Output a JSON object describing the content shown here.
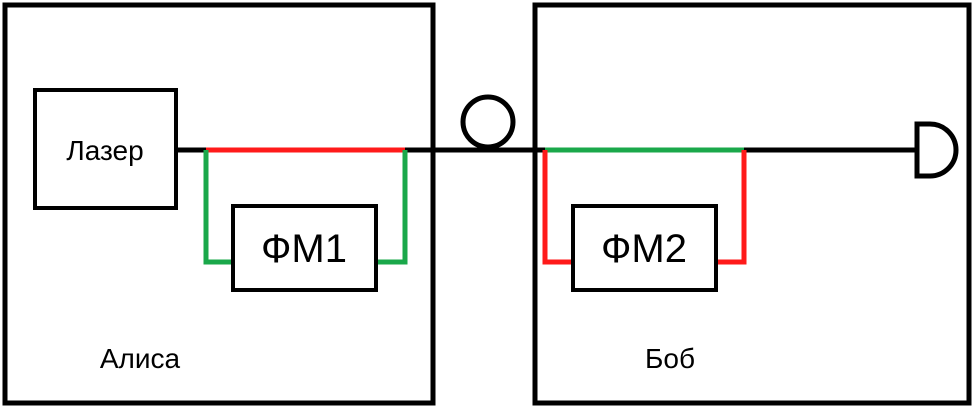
{
  "colors": {
    "line": "#000000",
    "red": "#ff1a1a",
    "green": "#1aa84a",
    "background": "#ffffff"
  },
  "alice": {
    "label": "Алиса",
    "laser_label": "Лазер",
    "modulator_label": "ФМ1"
  },
  "bob": {
    "label": "Боб",
    "modulator_label": "ФМ2"
  },
  "icons": {
    "fiber": "fiber-loop-icon",
    "detector": "detector-icon"
  }
}
